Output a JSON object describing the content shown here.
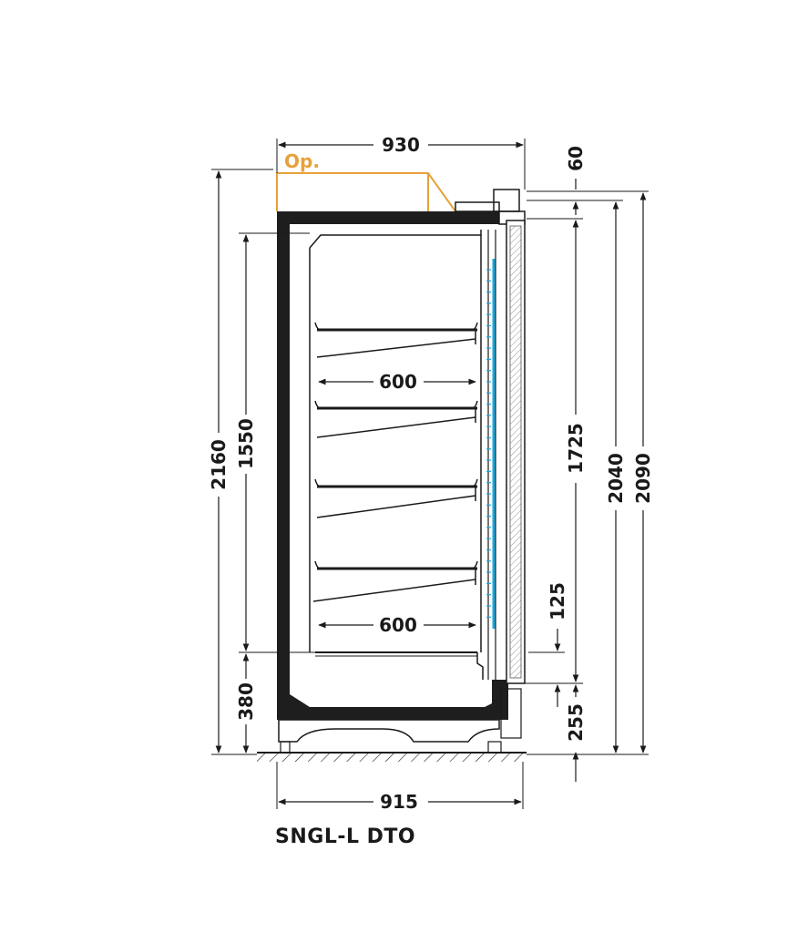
{
  "model": "SNGL-L DTO",
  "annotation": "Op.",
  "colors": {
    "ink": "#1a1a1a",
    "cabinet": "#1e1e1e",
    "optional": "#e8a13a",
    "light": "#1fa6e0"
  },
  "dimensions": {
    "top_width": "930",
    "bottom_width": "915",
    "total_height": "2160",
    "inner_height": "1550",
    "base_height": "380",
    "shelf_depth_upper": "600",
    "shelf_depth_lower": "600",
    "canopy_height": "60",
    "door_height": "1725",
    "door_total": "2040",
    "overall": "2090",
    "kick_height": "125",
    "door_bottom": "255"
  }
}
